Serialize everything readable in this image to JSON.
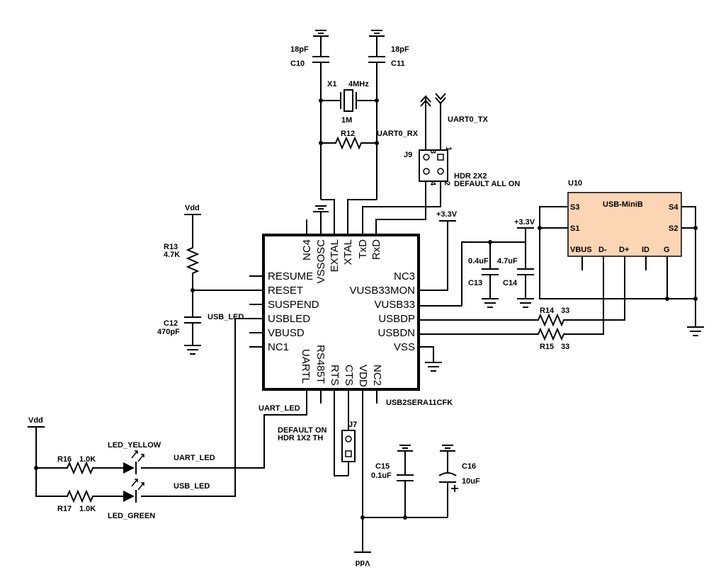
{
  "caps": {
    "c10": {
      "ref": "C10",
      "value": "18pF"
    },
    "c11": {
      "ref": "C11",
      "value": "18pF"
    },
    "c12": {
      "ref": "C12",
      "value": "470pF"
    },
    "c13": {
      "ref": "C13",
      "value": "0.4uF"
    },
    "c14": {
      "ref": "C14",
      "value": "4.7uF"
    },
    "c15": {
      "ref": "C15",
      "value": "0.1uF"
    },
    "c16": {
      "ref": "C16",
      "value": "10uF"
    }
  },
  "resistors": {
    "r12": {
      "ref": "R12"
    },
    "r13": {
      "ref": "R13",
      "value": "4.7K"
    },
    "r14": {
      "ref": "R14",
      "value": "33"
    },
    "r15": {
      "ref": "R15",
      "value": "33"
    },
    "r16": {
      "ref": "R16",
      "value": "1.0K"
    },
    "r17": {
      "ref": "R17",
      "value": "1.0K"
    }
  },
  "crystal": {
    "ref": "X1",
    "value": "4MHz",
    "shunt": "1M"
  },
  "nets": {
    "uart0_rx": "UART0_RX",
    "uart0_tx": "UART0_TX",
    "vdd": "Vdd",
    "v33": "+3.3V",
    "usb_led": "USB_LED",
    "uart_led": "UART_LED"
  },
  "connectors": {
    "j9": {
      "ref": "J9",
      "desc1": "HDR 2X2",
      "desc2": "DEFAULT ALL ON",
      "pins": [
        "3",
        "1",
        "4",
        "2"
      ]
    },
    "j7": {
      "ref": "J7",
      "desc1": "DEFAULT ON",
      "desc2": "HDR 1X2 TH"
    }
  },
  "leds": {
    "yellow": "LED_YELLOW",
    "green": "LED_GREEN"
  },
  "ic": {
    "part": "USB2SERA11CFK",
    "left_pins": [
      "RESUME",
      "RESET",
      "SUSPEND",
      "USBLED",
      "VBUSD",
      "NC1"
    ],
    "right_pins": [
      "NC3",
      "VUSB33MON",
      "VUSB33",
      "USBDP",
      "USBDN",
      "VSS"
    ],
    "top_pins": [
      "NC4",
      "VSSOSC",
      "EXTAL",
      "XTAL",
      "TxD",
      "RxD"
    ],
    "bottom_pins": [
      "UARTL",
      "RS485T",
      "RTS",
      "CTS",
      "VDD",
      "NC2"
    ]
  },
  "usb": {
    "ref": "U10",
    "name": "USB-MiniB",
    "pins": {
      "s3": "S3",
      "s1": "S1",
      "s4": "S4",
      "s2": "S2",
      "vbus": "VBUS",
      "dm": "D-",
      "dp": "D+",
      "id": "ID",
      "g": "G"
    },
    "fill": "#fcd5b4"
  }
}
